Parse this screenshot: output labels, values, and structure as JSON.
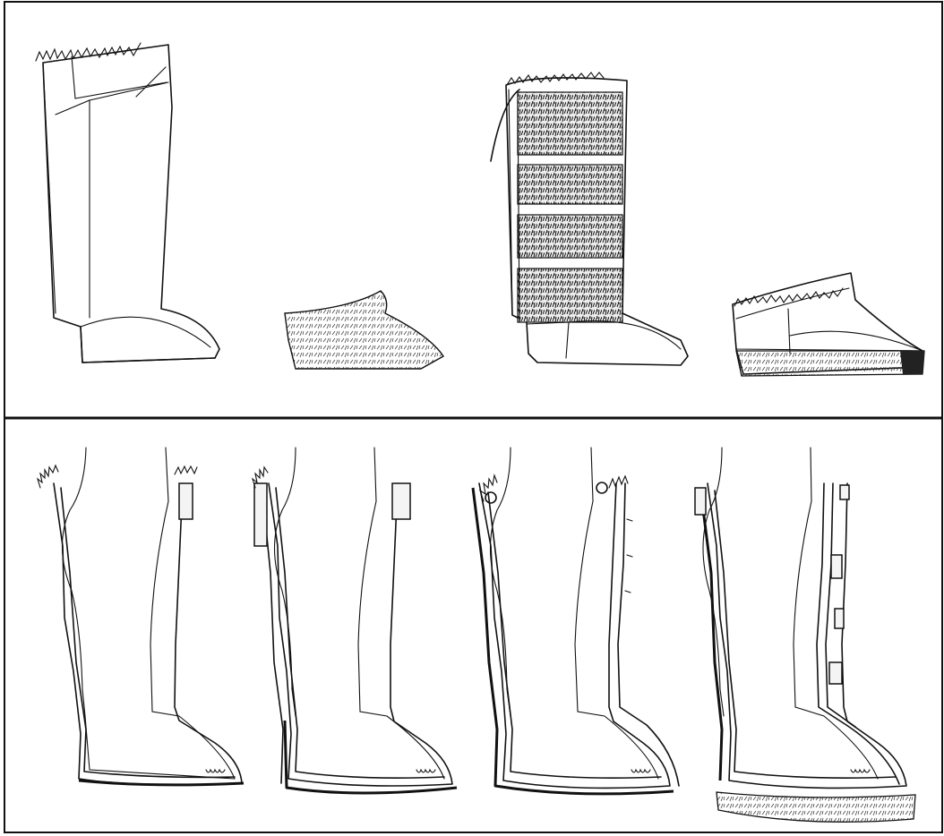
{
  "figure": {
    "panels": [
      {
        "id": "top",
        "items": [
          "tall-skin-boot",
          "fur-sock",
          "banded-fur-boot",
          "low-slipper"
        ]
      },
      {
        "id": "bottom",
        "items": [
          "leg-layer-1",
          "leg-layer-2",
          "leg-layer-3",
          "leg-layer-4"
        ]
      }
    ],
    "colors": {
      "ink": "#111111",
      "background": "#ffffff"
    }
  }
}
